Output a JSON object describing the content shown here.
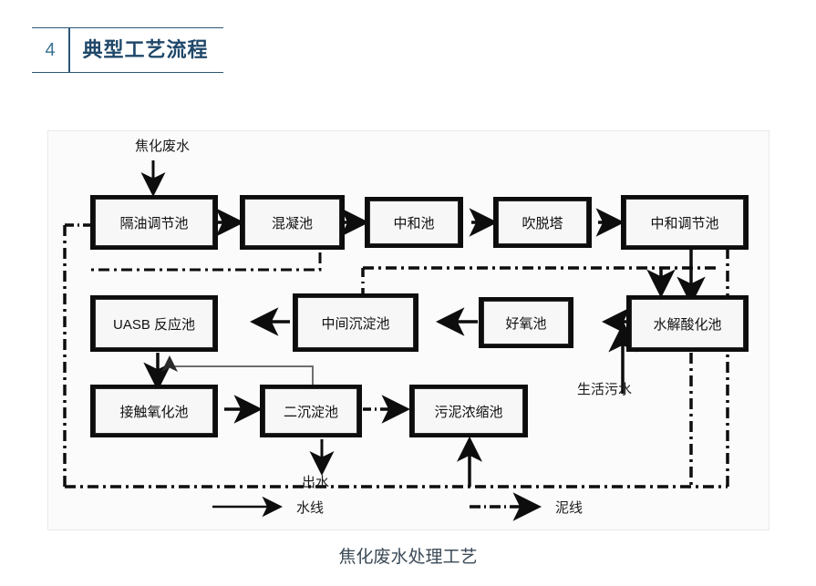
{
  "header": {
    "number": "4",
    "title": "典型工艺流程"
  },
  "figure": {
    "caption": "焦化废水处理工艺",
    "inputs": {
      "influent": "焦化废水",
      "domestic_sewage": "生活污水"
    },
    "outputs": {
      "effluent": "出水"
    },
    "nodes": [
      {
        "id": "n1",
        "label": "隔油调节池"
      },
      {
        "id": "n2",
        "label": "混凝池"
      },
      {
        "id": "n3",
        "label": "中和池"
      },
      {
        "id": "n4",
        "label": "吹脱塔"
      },
      {
        "id": "n5",
        "label": "中和调节池"
      },
      {
        "id": "n6",
        "label": "水解酸化池"
      },
      {
        "id": "n7",
        "label": "好氧池"
      },
      {
        "id": "n8",
        "label": "中间沉淀池"
      },
      {
        "id": "n9",
        "label": "UASB 反应池"
      },
      {
        "id": "n10",
        "label": "接触氧化池"
      },
      {
        "id": "n11",
        "label": "二沉淀池"
      },
      {
        "id": "n12",
        "label": "污泥浓缩池"
      }
    ],
    "legend": [
      {
        "id": "water",
        "style": "solid",
        "label": "水线"
      },
      {
        "id": "sludge",
        "style": "dashdot",
        "label": "泥线"
      }
    ],
    "flow": {
      "water_line": [
        "焦化废水 → 隔油调节池",
        "隔油调节池 → 混凝池",
        "混凝池 → 中和池",
        "中和池 → 吹脱塔",
        "吹脱塔 → 中和调节池",
        "中和调节池 → 水解酸化池",
        "水解酸化池 → 好氧池",
        "生活污水 → 好氧池",
        "好氧池 → 中间沉淀池",
        "中间沉淀池 → UASB 反应池",
        "UASB 反应池 → 接触氧化池",
        "接触氧化池 → 二沉淀池",
        "二沉淀池 → 出水",
        "二沉淀池 → UASB 反应池 (回流)"
      ],
      "sludge_line": [
        "二沉淀池 ⇢ 污泥浓缩池",
        "污泥浓缩池 ⇢ 底部泥线",
        "泥线 ⇢ 隔油调节池",
        "泥线 ⇢ 中间沉淀池",
        "泥线 ⇢ 水解酸化池"
      ]
    }
  },
  "colors": {
    "accent": "#2c5777",
    "header_number": "#3b7296",
    "caption": "#3b4a57",
    "line": "#0d0d0d",
    "box_fill": "#f7f7f7",
    "figure_bg": "#fbfbfb"
  }
}
